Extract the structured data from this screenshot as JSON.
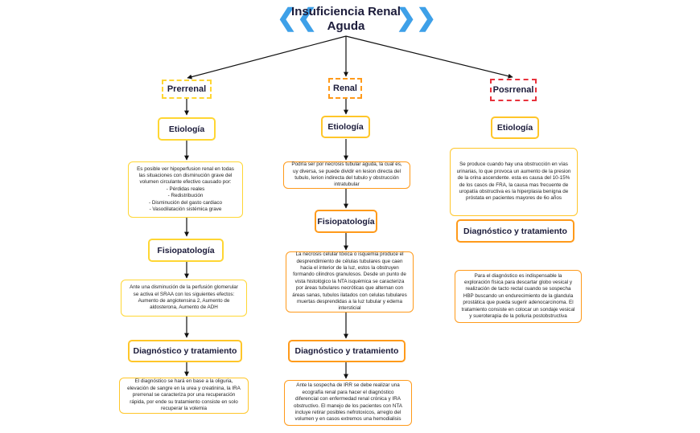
{
  "title": {
    "line1": "Insuficiencia Renal",
    "line2": "Aguda"
  },
  "columns": [
    {
      "category": "Prerrenal",
      "etiologia_label": "Etiología",
      "etiologia_intro": "Es posible ver hipoperfusion renal en todas las situaciones con disminución grave del volumen circulante efectivo causado por:",
      "etiologia_items": [
        "- Pérdidas reales",
        "- Redistribución",
        "- Disminución del gasto cardiaco",
        "- Vasodilatación sistémica grave"
      ],
      "fisiopatologia_label": "Fisiopatología",
      "fisiopatologia_text": "Ante una disminución de la perfusión glomerular se activa el SRAA con los siguientes efectos: Aumento de angiotensina 2, Aumento de aldosterona, Aumento de ADH",
      "diagnostico_label": "Diagnóstico y tratamiento",
      "diagnostico_text": "El diagnóstico se hará en base a la oliguria, elevación de sangre en la urea y creatinina, la IRA prerrenal se caracteriza por una recuperación rápida, por ende su tratamiento consiste en solo recuperar la volemia"
    },
    {
      "category": "Renal",
      "etiologia_label": "Etiología",
      "etiologia_text": "Podría ser por necrosis tubular aguda, la cual es, uy diversa, se puede dividir en lesion directa del tubulo, lerion indirecta del tubulo y obstrucción intratubular",
      "fisiopatologia_label": "Fisiopatología",
      "fisiopatologia_text": "La necrosis celular tóxica o isquemia produce el desprendimiento de células tubulares que caen hacia el interior de la luz, estos la obstruyen formando cilindros granulosos. Desde un punto de vista histológico la NTA isquémica se caracteriza por áreas tubulares necróticas que alternan con áreas sanas, tubulos ilatados con celulas tubulares muertas desprendidas a la luz tubular y edema intersticial",
      "diagnostico_label": "Diagnóstico y tratamiento",
      "diagnostico_text": "Ante la sospecha de IRR se debe realizar una ecografía renal para hacer el diagnóstico diferencial con enfermedad renal crónica y IRA obstructivo. El manejo de los pacientes con NTA incluye retirar posibles nefrotoxicos, arreglo del volumen y en casos extremos una hemodialisis"
    },
    {
      "category": "Posrrenal",
      "etiologia_label": "Etiología",
      "etiologia_text": "Se produce cuando hay una obstrucción en vías urinarias, lo que provoca un aumento de la presion de la orina ascendente. esta es causa del 10-15% de los casos de FRA, la causa mas frecuente de uropatía obstructiva es la hiperplasia benigna de próstata en pacientes mayores de 6o años",
      "diagnostico_label": "Diagnóstico y tratamiento",
      "diagnostico_text": "Para el diagnóstico es indispensable la exploración física para descartar globo vesical y realización de tacto rectal cuando se sospecha HBP buscando un endurecimiento de la glandula prostática que pueda sugerir adenocarcinoma. El tratamiento consiste en colocar un sondaje vesical y sueroterapia de la poliuria postobstructiva"
    }
  ]
}
